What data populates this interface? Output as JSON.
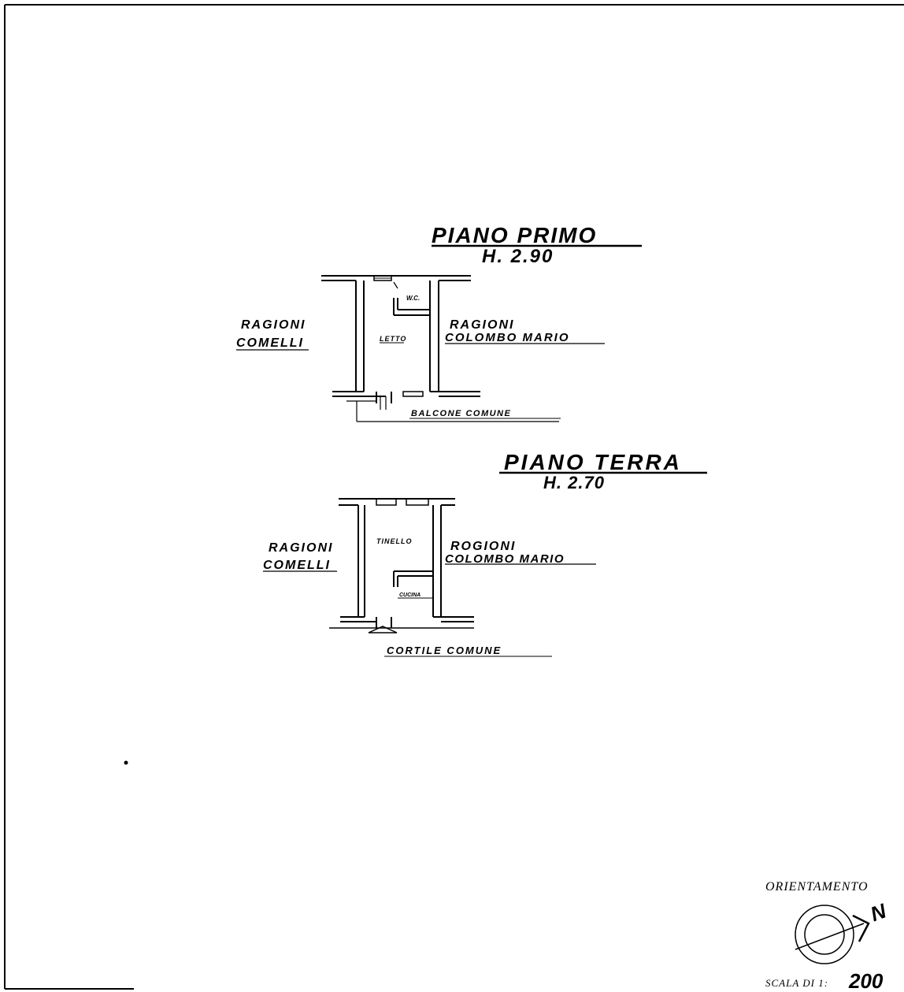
{
  "sheet": {
    "piano_primo": {
      "title": "PIANO PRIMO",
      "height": "H. 2.90",
      "left_label_1": "RAGIONI",
      "left_label_2": "COMELLI",
      "right_label_1": "RAGIONI",
      "right_label_2": "COLOMBO MARIO",
      "room_wc": "W.C.",
      "room_letto": "LETTO",
      "bottom_label": "BALCONE COMUNE"
    },
    "piano_terra": {
      "title": "PIANO TERRA",
      "height": "H. 2.70",
      "left_label_1": "RAGIONI",
      "left_label_2": "COMELLI",
      "right_label_1": "ROGIONI",
      "right_label_2": "COLOMBO MARIO",
      "room_tinello": "TINELLO",
      "room_cucina": "CUCINA",
      "bottom_label": "CORTILE COMUNE"
    },
    "orientation": {
      "label": "ORIENTAMENTO",
      "north_symbol": "N",
      "icon": "compass-icon"
    },
    "scale": {
      "label": "SCALA DI 1:",
      "value": "200"
    }
  }
}
